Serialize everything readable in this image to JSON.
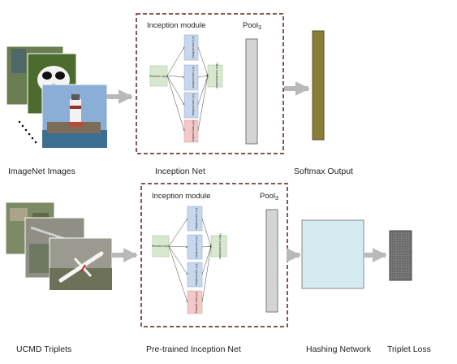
{
  "top_row": {
    "input_label": "ImageNet Images",
    "net_label": "Inception Net",
    "output_label": "Softmax Output",
    "module_title": "Inception module",
    "pool_label": "Pool",
    "pool_sub": "3"
  },
  "bottom_row": {
    "input_label": "UCMD Triplets",
    "net_label": "Pre-trained Inception Net",
    "hash_label": "Hashing Network",
    "loss_label": "Triplet Loss",
    "module_title": "Inception module",
    "pool_label": "Pool",
    "pool_sub": "3"
  },
  "inception_blocks": {
    "previous_layer": "Previous layer",
    "conv1": "1x1 convolutions",
    "conv3": "3x3 convolutions",
    "conv5": "5x5 convolutions",
    "maxpool": "3x3 max pooling",
    "concat": "Filter concatenation"
  },
  "colors": {
    "frame": "#5c1f1f",
    "conv_fill": "#c7d7ee",
    "prev_fill": "#d7e8cf",
    "pool_fill": "#f4c8c8",
    "softmax_fill": "#8a7d3a",
    "hash_fill": "#d4ecf1",
    "loss_fill": "#7a7a7a",
    "arrow": "#b9b9b9"
  }
}
